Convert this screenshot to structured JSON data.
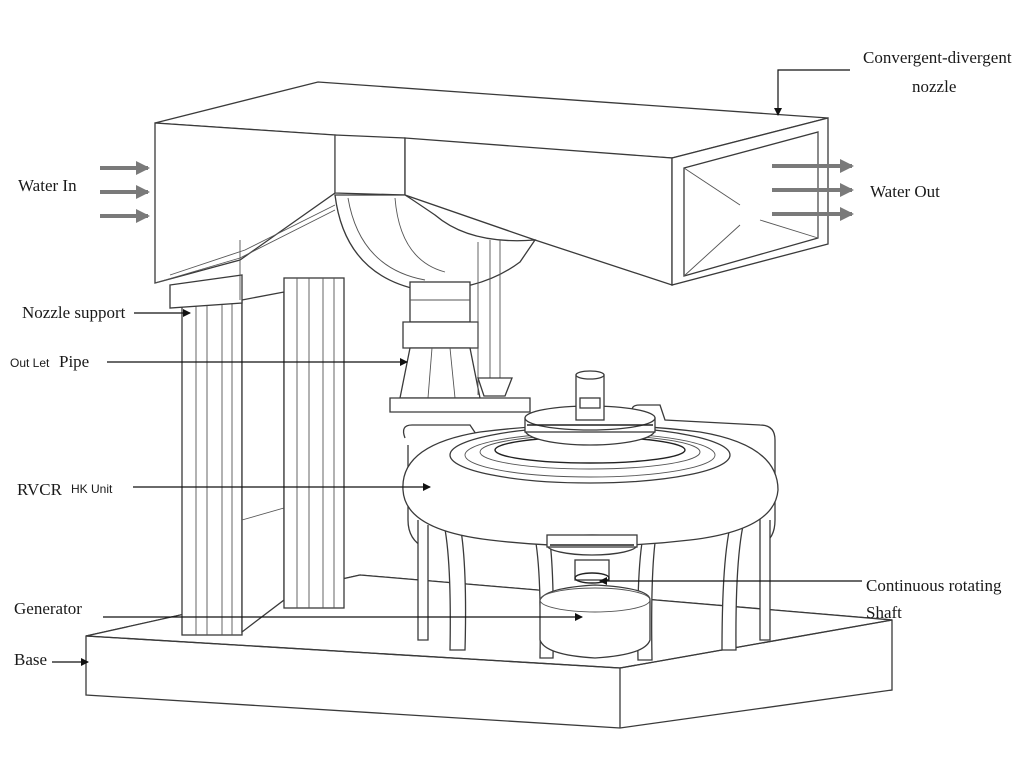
{
  "labels": {
    "nozzle_line1": "Convergent-divergent",
    "nozzle_line2": "nozzle",
    "water_in": "Water In",
    "water_out": "Water Out",
    "nozzle_support": "Nozzle support",
    "outlet_pipe_small": "Out Let",
    "outlet_pipe_large": "Pipe",
    "rvcr_large": "RVCR",
    "rvcr_small": "HK Unit",
    "shaft_line1": "Continuous rotating",
    "shaft_line2": "Shaft",
    "generator": "Generator",
    "base": "Base"
  },
  "colors": {
    "line": "#3a3a3a",
    "flow_arrow": "#7a7a7a",
    "text": "#1a1a1a"
  }
}
